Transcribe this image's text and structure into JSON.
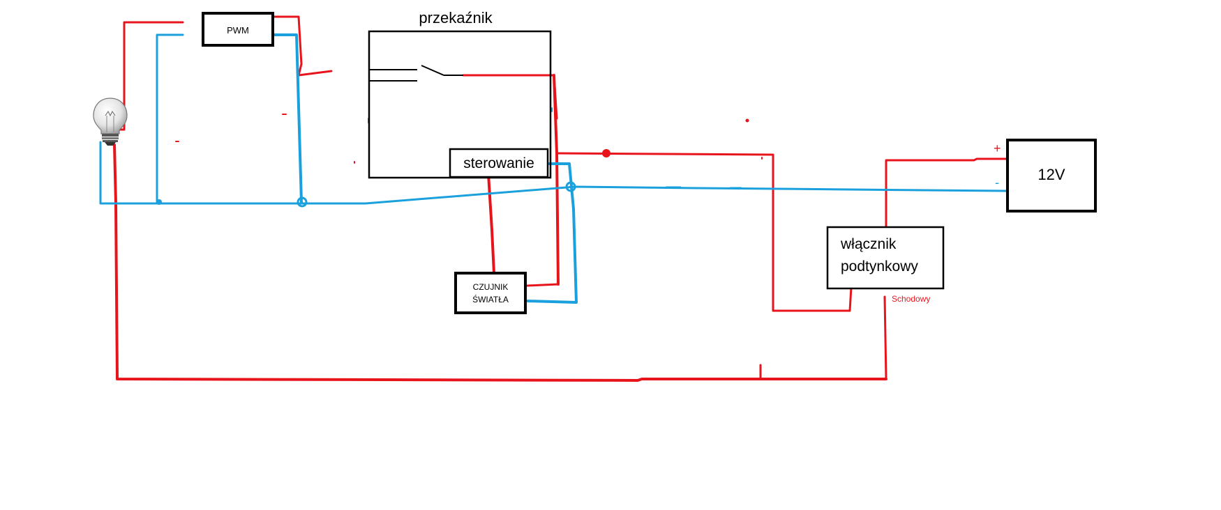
{
  "diagram": {
    "relay_title": "przekaźnik",
    "pwm_label": "PWM",
    "control_label": "sterowanie",
    "sensor_label_line1": "CZUJNIK",
    "sensor_label_line2": "ŚWIATŁA",
    "switch_label_line1": "włącznik",
    "switch_label_line2": "podtynkowy",
    "switch_note": "Schodowy",
    "psu_label": "12V",
    "plus_sign": "+",
    "minus_sign": "-",
    "bulb_icon": "light-bulb-icon"
  },
  "colors": {
    "positive_wire": "#e8141c",
    "negative_wire": "#1aa0dc",
    "outline": "#000000",
    "background": "#ffffff"
  }
}
